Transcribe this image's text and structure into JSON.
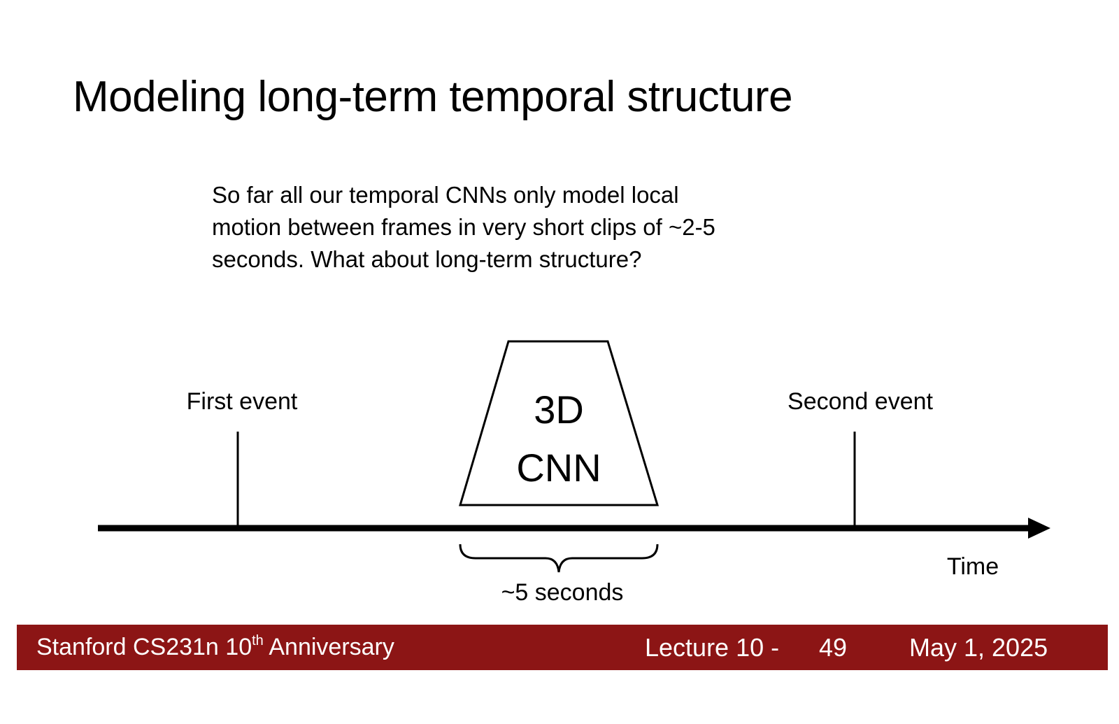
{
  "slide": {
    "title": "Modeling long-term temporal structure",
    "body_lines": [
      "So far all our temporal CNNs only model local",
      "motion between frames in very short clips of ~2-5",
      "seconds. What about long-term structure?"
    ]
  },
  "diagram": {
    "first_event_label": "First event",
    "second_event_label": "Second event",
    "cnn_label_line1": "3D",
    "cnn_label_line2": "CNN",
    "duration_label": "~5 seconds",
    "axis_label": "Time"
  },
  "footer": {
    "course_prefix": "Stanford CS231n 10",
    "course_superscript": "th",
    "course_suffix": " Anniversary",
    "lecture": "Lecture 10 -",
    "page": "49",
    "date": "May 1, 2025",
    "background_color": "#8c1515",
    "text_color": "#ffffff"
  }
}
